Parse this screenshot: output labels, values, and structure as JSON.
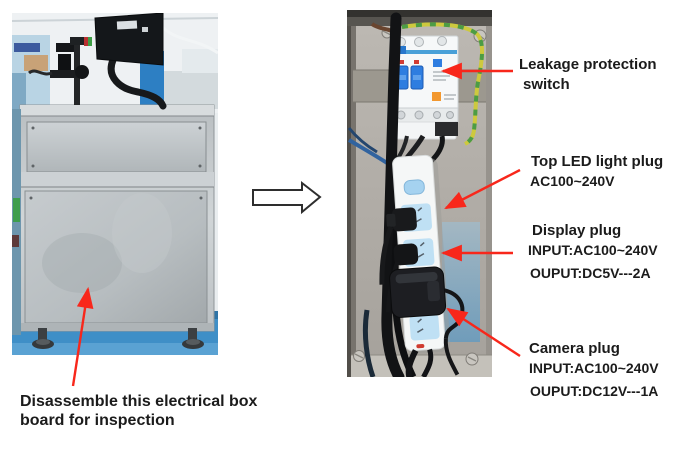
{
  "colors": {
    "arrow_red": "#f8271b",
    "text": "#1b1b1b",
    "floor_blue": "#3f8fc7",
    "breaker_blue": "#2e7de0",
    "socket_blue": "#bfe0f4",
    "earth_yellow": "#cdc93e",
    "earth_green": "#4c9c44"
  },
  "left_photo": {
    "caption_line1": "Disassemble this electrical box",
    "caption_line2": "board for inspection"
  },
  "annotations": {
    "leakage": {
      "line1": "Leakage protection",
      "line2": "switch"
    },
    "top_led": {
      "title": "Top LED light plug",
      "spec1": "AC100~240V"
    },
    "display": {
      "title": "Display plug",
      "spec1": "INPUT:AC100~240V",
      "spec2": "OUPUT:DC5V---2A"
    },
    "camera": {
      "title": "Camera plug",
      "spec1": "INPUT:AC100~240V",
      "spec2": "OUPUT:DC12V---1A"
    }
  }
}
